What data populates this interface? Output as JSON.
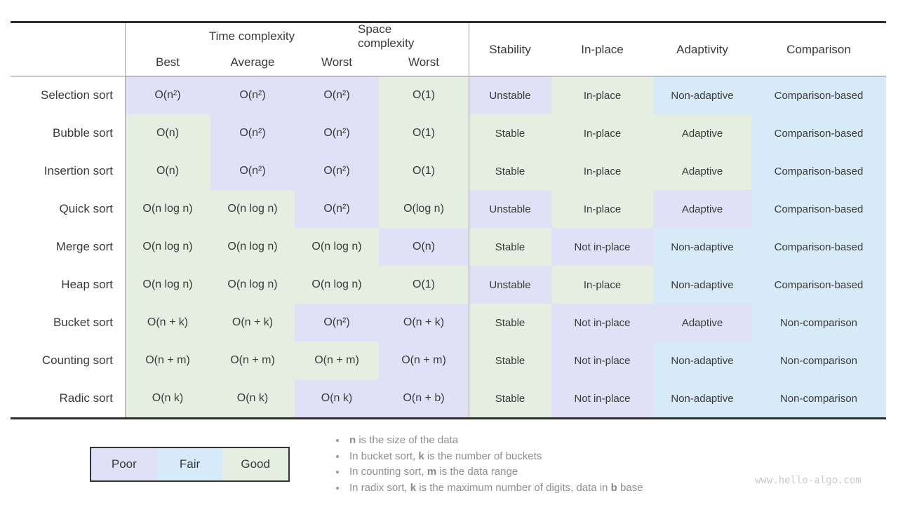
{
  "chart_data": {
    "type": "table",
    "column_groups": [
      {
        "label": "Time complexity",
        "columns": [
          "Best",
          "Average",
          "Worst"
        ]
      },
      {
        "label": "Space complexity",
        "columns": [
          "Worst"
        ]
      }
    ],
    "attribute_columns": [
      "Stability",
      "In-place",
      "Adaptivity",
      "Comparison"
    ],
    "rating_scale": [
      "Poor",
      "Fair",
      "Good"
    ],
    "rows": [
      {
        "label": "Selection sort",
        "cells": [
          {
            "text": "O(n²)",
            "rating": "poor"
          },
          {
            "text": "O(n²)",
            "rating": "poor"
          },
          {
            "text": "O(n²)",
            "rating": "poor"
          },
          {
            "text": "O(1)",
            "rating": "good"
          },
          {
            "text": "Unstable",
            "rating": "poor"
          },
          {
            "text": "In-place",
            "rating": "good"
          },
          {
            "text": "Non-adaptive",
            "rating": "fair"
          },
          {
            "text": "Comparison-based",
            "rating": "fair"
          }
        ]
      },
      {
        "label": "Bubble sort",
        "cells": [
          {
            "text": "O(n)",
            "rating": "good"
          },
          {
            "text": "O(n²)",
            "rating": "poor"
          },
          {
            "text": "O(n²)",
            "rating": "poor"
          },
          {
            "text": "O(1)",
            "rating": "good"
          },
          {
            "text": "Stable",
            "rating": "good"
          },
          {
            "text": "In-place",
            "rating": "good"
          },
          {
            "text": "Adaptive",
            "rating": "good"
          },
          {
            "text": "Comparison-based",
            "rating": "fair"
          }
        ]
      },
      {
        "label": "Insertion sort",
        "cells": [
          {
            "text": "O(n)",
            "rating": "good"
          },
          {
            "text": "O(n²)",
            "rating": "poor"
          },
          {
            "text": "O(n²)",
            "rating": "poor"
          },
          {
            "text": "O(1)",
            "rating": "good"
          },
          {
            "text": "Stable",
            "rating": "good"
          },
          {
            "text": "In-place",
            "rating": "good"
          },
          {
            "text": "Adaptive",
            "rating": "good"
          },
          {
            "text": "Comparison-based",
            "rating": "fair"
          }
        ]
      },
      {
        "label": "Quick sort",
        "cells": [
          {
            "text": "O(n log n)",
            "rating": "good"
          },
          {
            "text": "O(n log n)",
            "rating": "good"
          },
          {
            "text": "O(n²)",
            "rating": "poor"
          },
          {
            "text": "O(log n)",
            "rating": "good"
          },
          {
            "text": "Unstable",
            "rating": "poor"
          },
          {
            "text": "In-place",
            "rating": "good"
          },
          {
            "text": "Adaptive",
            "rating": "poor"
          },
          {
            "text": "Comparison-based",
            "rating": "fair"
          }
        ]
      },
      {
        "label": "Merge sort",
        "cells": [
          {
            "text": "O(n log n)",
            "rating": "good"
          },
          {
            "text": "O(n log n)",
            "rating": "good"
          },
          {
            "text": "O(n log n)",
            "rating": "good"
          },
          {
            "text": "O(n)",
            "rating": "poor"
          },
          {
            "text": "Stable",
            "rating": "good"
          },
          {
            "text": "Not in-place",
            "rating": "poor"
          },
          {
            "text": "Non-adaptive",
            "rating": "fair"
          },
          {
            "text": "Comparison-based",
            "rating": "fair"
          }
        ]
      },
      {
        "label": "Heap sort",
        "cells": [
          {
            "text": "O(n log n)",
            "rating": "good"
          },
          {
            "text": "O(n log n)",
            "rating": "good"
          },
          {
            "text": "O(n log n)",
            "rating": "good"
          },
          {
            "text": "O(1)",
            "rating": "good"
          },
          {
            "text": "Unstable",
            "rating": "poor"
          },
          {
            "text": "In-place",
            "rating": "good"
          },
          {
            "text": "Non-adaptive",
            "rating": "fair"
          },
          {
            "text": "Comparison-based",
            "rating": "fair"
          }
        ]
      },
      {
        "label": "Bucket sort",
        "cells": [
          {
            "text": "O(n + k)",
            "rating": "good"
          },
          {
            "text": "O(n + k)",
            "rating": "good"
          },
          {
            "text": "O(n²)",
            "rating": "poor"
          },
          {
            "text": "O(n + k)",
            "rating": "poor"
          },
          {
            "text": "Stable",
            "rating": "good"
          },
          {
            "text": "Not in-place",
            "rating": "poor"
          },
          {
            "text": "Adaptive",
            "rating": "poor"
          },
          {
            "text": "Non-comparison",
            "rating": "fair"
          }
        ]
      },
      {
        "label": "Counting sort",
        "cells": [
          {
            "text": "O(n + m)",
            "rating": "good"
          },
          {
            "text": "O(n + m)",
            "rating": "good"
          },
          {
            "text": "O(n + m)",
            "rating": "good"
          },
          {
            "text": "O(n + m)",
            "rating": "poor"
          },
          {
            "text": "Stable",
            "rating": "good"
          },
          {
            "text": "Not in-place",
            "rating": "poor"
          },
          {
            "text": "Non-adaptive",
            "rating": "fair"
          },
          {
            "text": "Non-comparison",
            "rating": "fair"
          }
        ]
      },
      {
        "label": "Radic sort",
        "cells": [
          {
            "text": "O(n k)",
            "rating": "good"
          },
          {
            "text": "O(n k)",
            "rating": "good"
          },
          {
            "text": "O(n k)",
            "rating": "poor"
          },
          {
            "text": "O(n + b)",
            "rating": "poor"
          },
          {
            "text": "Stable",
            "rating": "good"
          },
          {
            "text": "Not in-place",
            "rating": "poor"
          },
          {
            "text": "Non-adaptive",
            "rating": "fair"
          },
          {
            "text": "Non-comparison",
            "rating": "fair"
          }
        ]
      }
    ]
  },
  "legend": {
    "items": [
      {
        "label": "Poor",
        "rating": "poor"
      },
      {
        "label": "Fair",
        "rating": "fair"
      },
      {
        "label": "Good",
        "rating": "good"
      }
    ]
  },
  "notes": [
    [
      {
        "t": "n",
        "b": true
      },
      {
        "t": " is the size of the data",
        "b": false
      }
    ],
    [
      {
        "t": "In bucket sort, ",
        "b": false
      },
      {
        "t": "k",
        "b": true
      },
      {
        "t": " is the number of buckets",
        "b": false
      }
    ],
    [
      {
        "t": "In counting sort, ",
        "b": false
      },
      {
        "t": "m",
        "b": true
      },
      {
        "t": " is the data range",
        "b": false
      }
    ],
    [
      {
        "t": "In radix sort, ",
        "b": false
      },
      {
        "t": "k",
        "b": true
      },
      {
        "t": " is the maximum number of digits, data in ",
        "b": false
      },
      {
        "t": "b",
        "b": true
      },
      {
        "t": " base",
        "b": false
      }
    ]
  ],
  "watermark": "www.hello-algo.com",
  "colors": {
    "poor": "#e0e1f7",
    "fair": "#d6eaf8",
    "good": "#e4efe1",
    "thick_rule": "#2d2d2d",
    "text": "#3a3a3a",
    "notes_text": "#8f8f8f"
  }
}
